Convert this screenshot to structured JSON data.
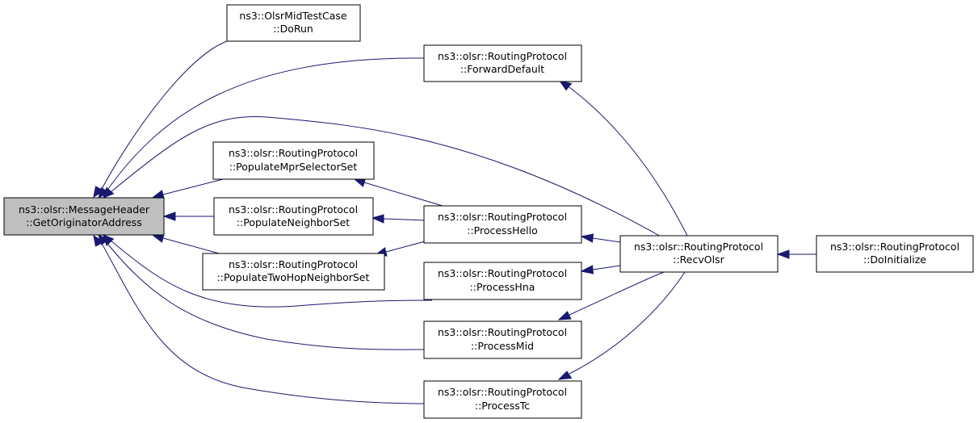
{
  "colors": {
    "highlight_fill": "#bfbfbf",
    "node_fill": "#ffffff",
    "edge": "#191970"
  },
  "nodes": {
    "get_originator_address": {
      "line1": "ns3::olsr::MessageHeader",
      "line2": "::GetOriginatorAddress"
    },
    "olsr_mid_test_case_do_run": {
      "line1": "ns3::OlsrMidTestCase",
      "line2": "::DoRun"
    },
    "forward_default": {
      "line1": "ns3::olsr::RoutingProtocol",
      "line2": "::ForwardDefault"
    },
    "populate_mpr_selector_set": {
      "line1": "ns3::olsr::RoutingProtocol",
      "line2": "::PopulateMprSelectorSet"
    },
    "populate_neighbor_set": {
      "line1": "ns3::olsr::RoutingProtocol",
      "line2": "::PopulateNeighborSet"
    },
    "populate_two_hop_neighbor_set": {
      "line1": "ns3::olsr::RoutingProtocol",
      "line2": "::PopulateTwoHopNeighborSet"
    },
    "process_hello": {
      "line1": "ns3::olsr::RoutingProtocol",
      "line2": "::ProcessHello"
    },
    "process_hna": {
      "line1": "ns3::olsr::RoutingProtocol",
      "line2": "::ProcessHna"
    },
    "process_mid": {
      "line1": "ns3::olsr::RoutingProtocol",
      "line2": "::ProcessMid"
    },
    "process_tc": {
      "line1": "ns3::olsr::RoutingProtocol",
      "line2": "::ProcessTc"
    },
    "recv_olsr": {
      "line1": "ns3::olsr::RoutingProtocol",
      "line2": "::RecvOlsr"
    },
    "do_initialize": {
      "line1": "ns3::olsr::RoutingProtocol",
      "line2": "::DoInitialize"
    }
  },
  "edges": [
    {
      "from": "get_originator_address",
      "to": "olsr_mid_test_case_do_run"
    },
    {
      "from": "get_originator_address",
      "to": "forward_default"
    },
    {
      "from": "get_originator_address",
      "to": "recv_olsr"
    },
    {
      "from": "get_originator_address",
      "to": "populate_mpr_selector_set"
    },
    {
      "from": "get_originator_address",
      "to": "populate_neighbor_set"
    },
    {
      "from": "get_originator_address",
      "to": "populate_two_hop_neighbor_set"
    },
    {
      "from": "get_originator_address",
      "to": "process_hna"
    },
    {
      "from": "get_originator_address",
      "to": "process_mid"
    },
    {
      "from": "get_originator_address",
      "to": "process_tc"
    },
    {
      "from": "forward_default",
      "to": "recv_olsr"
    },
    {
      "from": "populate_mpr_selector_set",
      "to": "process_hello"
    },
    {
      "from": "populate_neighbor_set",
      "to": "process_hello"
    },
    {
      "from": "populate_two_hop_neighbor_set",
      "to": "process_hello"
    },
    {
      "from": "process_hello",
      "to": "recv_olsr"
    },
    {
      "from": "process_hna",
      "to": "recv_olsr"
    },
    {
      "from": "process_mid",
      "to": "recv_olsr"
    },
    {
      "from": "process_tc",
      "to": "recv_olsr"
    },
    {
      "from": "recv_olsr",
      "to": "do_initialize"
    }
  ]
}
